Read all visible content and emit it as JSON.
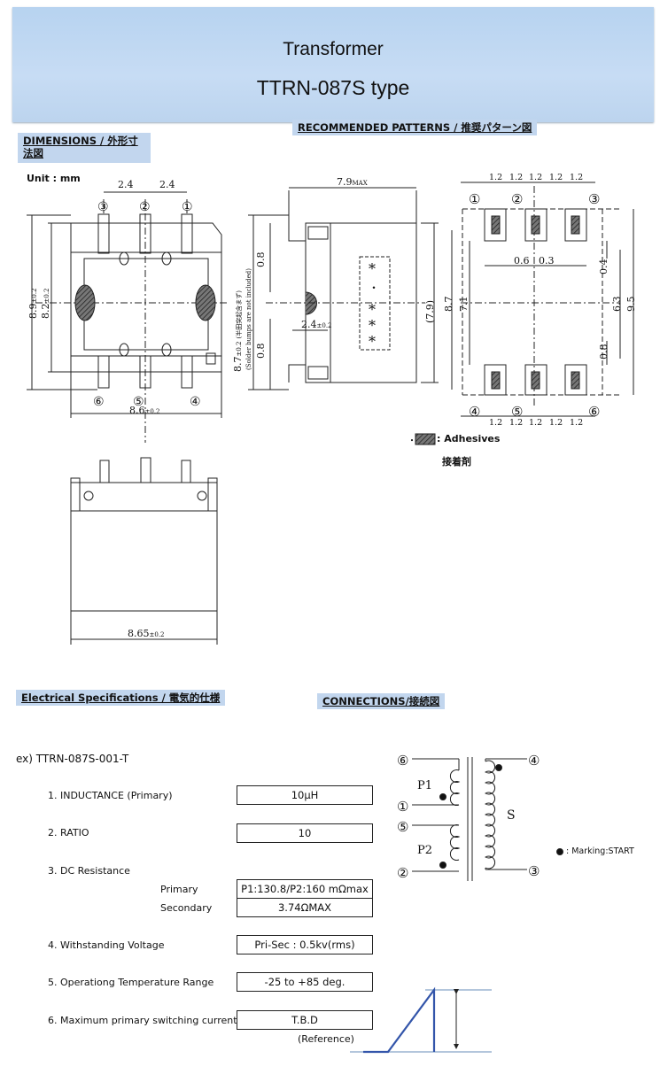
{
  "header": {
    "title": "Transformer",
    "subtitle": "TTRN-087S type"
  },
  "sections": {
    "dimensions": "DIMENSIONS / 外形寸法図",
    "dimensions_l1": "DIMENSIONS / 外形寸",
    "dimensions_l2": "法図",
    "patterns": "RECOMMENDED PATTERNS / 推奨パターン図",
    "electrical": "Electrical Specifications / 電気的仕様",
    "connections": "CONNECTIONS/接続図"
  },
  "dimensions": {
    "unit": "Unit  :  mm",
    "pitch_top_left": "2.4",
    "pitch_top_right": "2.4",
    "height_outer": "8.9",
    "height_inner": "8.2",
    "tol": "±0.2",
    "width_top_view": "8.6",
    "width_front_view": "8.65",
    "side_width": "7.9",
    "side_width_sub": "MAX",
    "side_pad_top": "0.8",
    "side_pad_bottom": "0.8",
    "side_offset": "2.4",
    "side_height": "8.7",
    "side_height_note": "(半田突起含まず)",
    "side_height_note_en": "(Solder bumps are not included)",
    "side_height_ref": "(7.9)",
    "pins_top": [
      "③",
      "②",
      "①"
    ],
    "pins_bottom": [
      "⑥",
      "⑤",
      "④"
    ]
  },
  "patterns": {
    "pitch_labels": [
      "1.2",
      "1.2",
      "1.2",
      "1.2",
      "1.2",
      "1.2"
    ],
    "gap_a": "0.6",
    "gap_b": "0.3",
    "pad_h_top": "0.4",
    "pad_h_bottom": "0.8",
    "inner_h": "7.1",
    "mid_h": "8.7",
    "right_h1": "6.3",
    "right_h2": "9.5",
    "pins_top": [
      "①",
      "②",
      "③"
    ],
    "pins_bottom": [
      "④",
      "⑤",
      "⑥"
    ],
    "legend_marker": "・",
    "legend_en": ": Adhesives",
    "legend_jp": "接着剤"
  },
  "electrical": {
    "example": "ex) TTRN-087S-001-T",
    "items": [
      {
        "label": "1. INDUCTANCE (Primary)",
        "value": "10μH"
      },
      {
        "label": "2. RATIO",
        "value": "10"
      },
      {
        "label": "3. DC Resistance"
      },
      {
        "label": "4. Withstanding Voltage",
        "value": "Pri-Sec : 0.5kv(rms)"
      },
      {
        "label": "5. Operationg Temperature Range",
        "value": "-25 to +85 deg."
      },
      {
        "label": "6. Maximum primary switching current",
        "value": "T.B.D",
        "note": "(Reference)"
      }
    ],
    "dcr_primary_label": "Primary",
    "dcr_primary_value": "P1:130.8/P2:160 mΩmax",
    "dcr_secondary_label": "Secondary",
    "dcr_secondary_value": "3.74ΩMAX"
  },
  "connections": {
    "pins": [
      "⑥",
      "①",
      "⑤",
      "②",
      "④",
      "③"
    ],
    "p1": "P1",
    "p2": "P2",
    "s": "S",
    "marking": ": Marking:START"
  }
}
